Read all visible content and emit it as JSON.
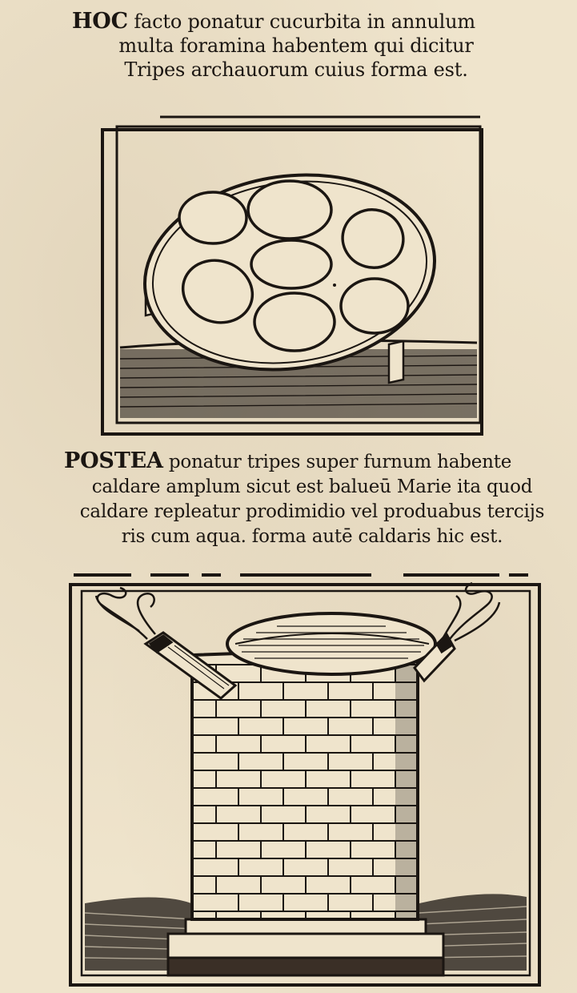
{
  "caption_top": {
    "lead": "HOC",
    "line1_rest": " facto ponatur cucurbita in annulum",
    "line2": "multa foramina habentem qui dicitur",
    "line3": "Tripes archauorum cuius forma est."
  },
  "caption_middle": {
    "lead": "POSTEA",
    "line1_rest": " ponatur tripes super furnum habente",
    "line2": "caldare amplum sicut est balueū Marie ita quod",
    "line3": "caldare repleatur prodimidio vel produabus tercijs",
    "line4": "ris cum aqua. forma autē caldaris hic est."
  },
  "colors": {
    "ink": "#1b1612",
    "paper": "#efe4cc"
  },
  "illustrations": [
    {
      "subject": "tripod ring with seven openings"
    },
    {
      "subject": "cylindrical brick furnace with two smoking vents"
    }
  ]
}
